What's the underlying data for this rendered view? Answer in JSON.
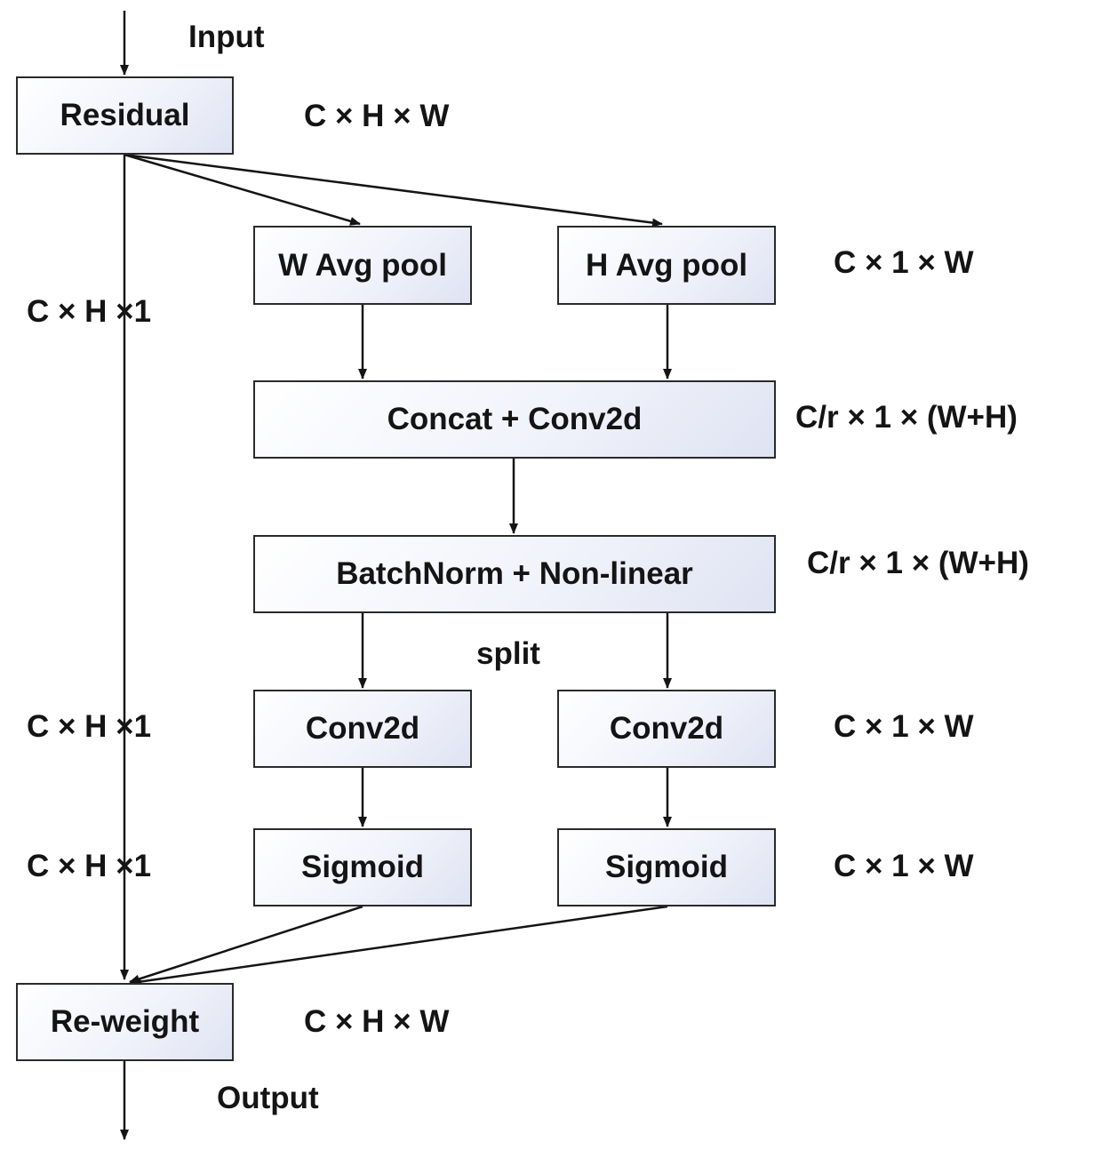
{
  "io": {
    "input": "Input",
    "output": "Output",
    "split": "split"
  },
  "blocks": {
    "residual": "Residual",
    "w_avg_pool": "W Avg pool",
    "h_avg_pool": "H Avg pool",
    "concat_conv": "Concat + Conv2d",
    "batchnorm": "BatchNorm + Non-linear",
    "conv_left": "Conv2d",
    "conv_right": "Conv2d",
    "sigmoid_left": "Sigmoid",
    "sigmoid_right": "Sigmoid",
    "reweight": "Re-weight"
  },
  "shapes": {
    "residual": "C × H × W",
    "pool": "C × 1 × W",
    "left_skip": "C × H ×1",
    "concat": "C/r × 1 × (W+H)",
    "batchnorm": "C/r × 1 × (W+H)",
    "conv_left": "C × H ×1",
    "conv_right": "C × 1 × W",
    "sigmoid_left": "C × H ×1",
    "sigmoid_right": "C × 1 × W",
    "reweight": "C × H × W"
  }
}
